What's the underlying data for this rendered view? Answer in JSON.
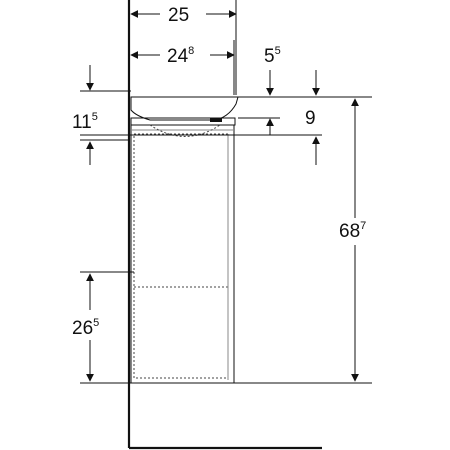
{
  "dimensions": {
    "overall_width": {
      "main": "25",
      "sup": ""
    },
    "inner_width": {
      "main": "24",
      "sup": "8"
    },
    "basin_offset": {
      "main": "5",
      "sup": "5"
    },
    "basin_height": {
      "main": "11",
      "sup": "5"
    },
    "rim_to_top": {
      "main": "9",
      "sup": ""
    },
    "total_height": {
      "main": "68",
      "sup": "7"
    },
    "lower_height": {
      "main": "26",
      "sup": "5"
    }
  }
}
